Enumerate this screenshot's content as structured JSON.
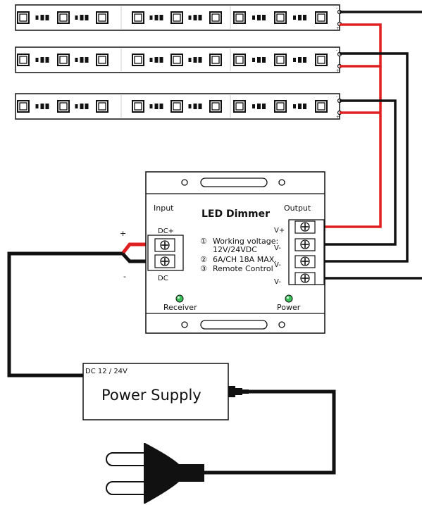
{
  "strips": [
    {
      "minus": "-",
      "plus": "+"
    },
    {
      "minus": "-",
      "plus": "+"
    },
    {
      "minus": "-",
      "plus": "+"
    }
  ],
  "dimmer": {
    "title": "LED Dimmer",
    "input_label": "Input",
    "output_label": "Output",
    "dc_plus": "DC+",
    "dc_minus": "DC",
    "specs": [
      {
        "num": "①",
        "line1": "Working voltage:",
        "line2": "12V/24VDC"
      },
      {
        "num": "②",
        "line1": "6A/CH 18A MAX.",
        "line2": ""
      },
      {
        "num": "③",
        "line1": "Remote Control",
        "line2": ""
      }
    ],
    "outputs": [
      "V+",
      "V-",
      "V-",
      "V-"
    ],
    "receiver_label": "Receiver",
    "power_label": "Power"
  },
  "input_wire": {
    "plus": "+",
    "minus": "-"
  },
  "power_supply": {
    "rating": "DC 12 / 24V",
    "title": "Power Supply"
  },
  "colors": {
    "positive_wire": "#e02020",
    "negative_wire": "#111111",
    "indicator_led": "#3bbf5a"
  }
}
